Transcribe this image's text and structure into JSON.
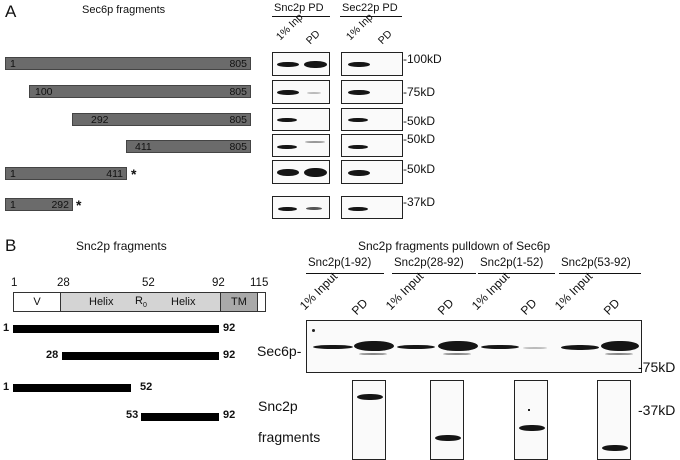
{
  "panelA": {
    "letter": "A",
    "title": "Sec6p fragments",
    "col_headers": {
      "snc2": "Snc2p PD",
      "sec22": "Sec22p PD"
    },
    "lane_labels": {
      "inp": "1% Inp",
      "pd": "PD"
    },
    "fragments": [
      {
        "start": "1",
        "end": "805",
        "star": ""
      },
      {
        "start": "100",
        "end": "805",
        "star": ""
      },
      {
        "start": "292",
        "end": "805",
        "star": ""
      },
      {
        "start": "411",
        "end": "805",
        "star": ""
      },
      {
        "start": "1",
        "end": "411",
        "star": "*"
      },
      {
        "start": "1",
        "end": "292",
        "star": "*"
      }
    ],
    "mw_markers": [
      "-100kD",
      "-75kD",
      "-50kD",
      "-50kD",
      "-50kD",
      "-37kD"
    ]
  },
  "panelB": {
    "letter": "B",
    "title": "Snc2p fragments",
    "domain": {
      "ticks": [
        "1",
        "28",
        "52",
        "92",
        "115"
      ],
      "segments": [
        "V",
        "Helix",
        "R",
        "0",
        "Helix",
        "TM"
      ]
    },
    "fragments": [
      {
        "start": "1",
        "end": "92"
      },
      {
        "start": "28",
        "end": "92"
      },
      {
        "start": "1",
        "end": "52"
      },
      {
        "start": "53",
        "end": "92"
      }
    ],
    "pulldown_title": "Snc2p fragments pulldown of Sec6p",
    "groups": [
      "Snc2p(1-92)",
      "Snc2p(28-92)",
      "Snc2p(1-52)",
      "Snc2p(53-92)"
    ],
    "lane_labels": {
      "input": "1% Input",
      "pd": "PD"
    },
    "row_labels": {
      "sec6": "Sec6p-",
      "snc2_line1": "Snc2p",
      "snc2_line2": "fragments"
    },
    "mw_markers": [
      "-75kD",
      "-37kD"
    ]
  }
}
